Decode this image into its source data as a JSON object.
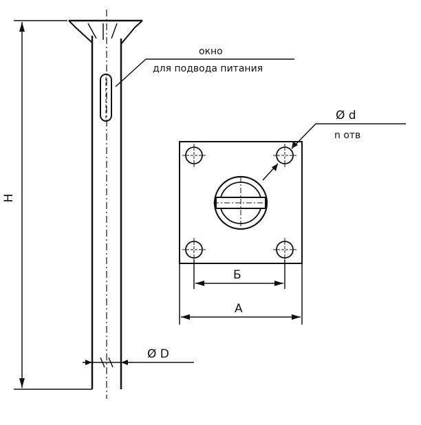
{
  "colors": {
    "ink": "#111111",
    "paper": "#ffffff"
  },
  "labels": {
    "window_line1": "окно",
    "window_line2": "для подвода питания",
    "height": "H",
    "pole_diameter": "Ø D",
    "hole_diameter": "Ø d",
    "hole_count": "n отв",
    "inner_spacing": "Б",
    "plate_width": "А"
  }
}
